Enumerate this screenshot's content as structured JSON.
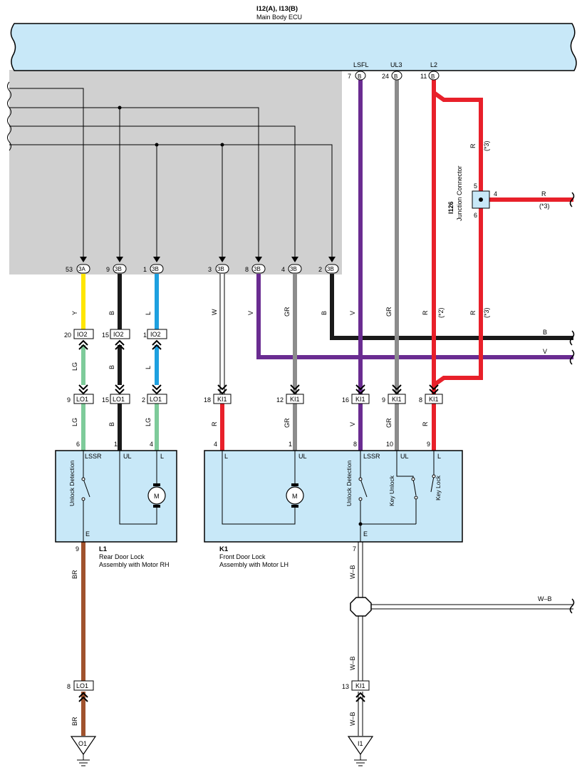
{
  "ecu": {
    "code": "I12(A), I13(B)",
    "name": "Main Body ECU"
  },
  "junction": {
    "code": "I126",
    "name": "Junction Connector",
    "pins": [
      "5",
      "4",
      "6"
    ],
    "notes": [
      "(*3)",
      "(*2)"
    ]
  },
  "ecu_pins_top": [
    {
      "name": "LSFL",
      "pin": "7",
      "conn": "B"
    },
    {
      "name": "UL3",
      "pin": "24",
      "conn": "B"
    },
    {
      "name": "L2",
      "pin": "11",
      "conn": "B"
    }
  ],
  "ecu_pins_bottom": [
    {
      "pin": "53",
      "conn": "3A"
    },
    {
      "pin": "9",
      "conn": "3B"
    },
    {
      "pin": "1",
      "conn": "3B"
    },
    {
      "pin": "3",
      "conn": "3B"
    },
    {
      "pin": "8",
      "conn": "3B"
    },
    {
      "pin": "4",
      "conn": "3B"
    },
    {
      "pin": "2",
      "conn": "3B"
    }
  ],
  "wire_labels": {
    "y": "Y",
    "b": "B",
    "l": "L",
    "w": "W",
    "v": "V",
    "gr": "GR",
    "r": "R",
    "lg": "LG",
    "br": "BR",
    "wb": "W–B"
  },
  "connectors": {
    "io2": "IO2",
    "lo1": "LO1",
    "ki1": "KI1",
    "io2_pins": [
      "20",
      "15",
      "1"
    ],
    "lo1_pins": [
      "9",
      "15",
      "2"
    ],
    "ki1_pins": [
      "18",
      "12",
      "16",
      "9",
      "8"
    ],
    "lo1_ground_pin": "8",
    "ki1_ground_pin": "13"
  },
  "l1": {
    "code": "L1",
    "name1": "Rear Door Lock",
    "name2": "Assembly with Motor RH",
    "pins": [
      "6",
      "1",
      "4"
    ],
    "terms": [
      "LSSR",
      "UL",
      "L"
    ],
    "switch": "Unlock Detection",
    "e": "E",
    "e_pin": "9",
    "motor": "M"
  },
  "k1": {
    "code": "K1",
    "name1": "Front Door Lock",
    "name2": "Assembly with Motor LH",
    "pins": [
      "4",
      "1",
      "8",
      "10",
      "9"
    ],
    "terms": [
      "L",
      "UL",
      "LSSR",
      "UL",
      "L"
    ],
    "switch": "Unlock Detection",
    "key_unlock": "Key Unlock",
    "key_lock": "Key Lock",
    "e": "E",
    "e_pin": "7",
    "motor": "M"
  },
  "grounds": [
    "O1",
    "I1"
  ],
  "colors": {
    "yellow": "#ffe600",
    "black": "#1a1a1a",
    "blue": "#1ea0e0",
    "white": "#ffffff",
    "violet": "#6a2c91",
    "gray": "#8c8c8c",
    "red": "#e8202a",
    "lightgreen": "#7ecb9a",
    "brown": "#a0522d",
    "panel": "#c8e8f8",
    "shade": "#d0d0d0"
  }
}
